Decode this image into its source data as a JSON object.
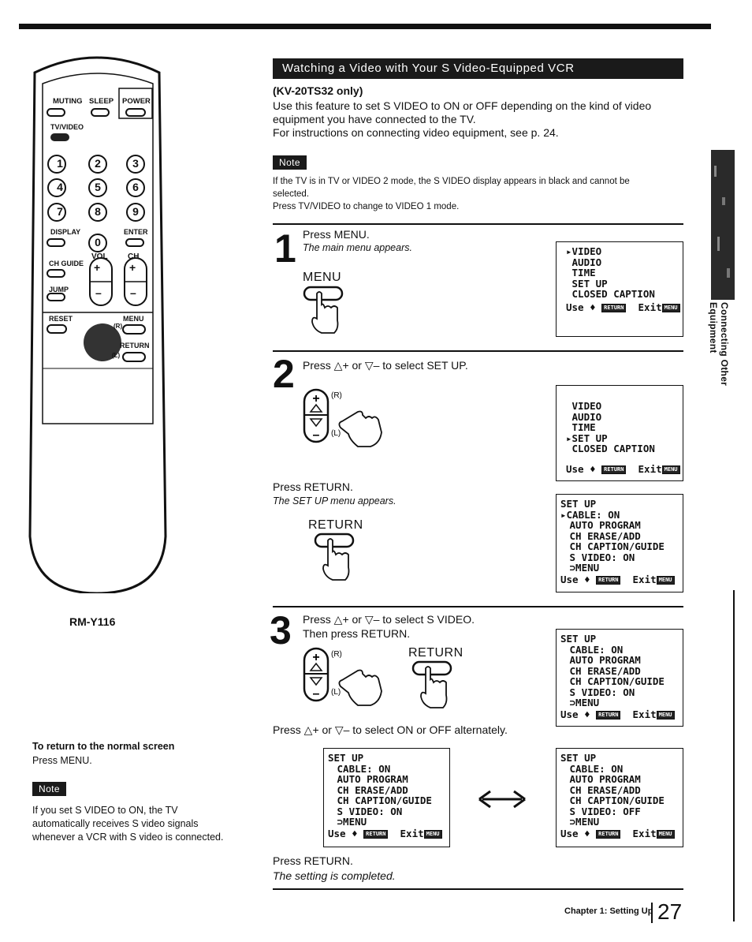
{
  "section_title": "Watching a Video with Your S Video-Equipped VCR",
  "model_note": "(KV-20TS32 only)",
  "intro": [
    "Use this feature to set S VIDEO to ON or OFF depending on the kind of video",
    "equipment you have connected to the TV.",
    "For instructions on connecting video equipment, see p. 24."
  ],
  "note_label": "Note",
  "note_text": [
    "If the TV is in TV or VIDEO 2 mode, the S VIDEO display appears in black and cannot be",
    "selected.",
    "Press TV/VIDEO to change to VIDEO 1 mode."
  ],
  "remote": {
    "model": "RM-Y116",
    "labels": {
      "muting": "MUTING",
      "sleep": "SLEEP",
      "power": "POWER",
      "tv_video": "TV/VIDEO",
      "display": "DISPLAY",
      "enter": "ENTER",
      "ch_guide": "CH GUIDE",
      "vol": "VOL",
      "ch": "CH",
      "jump": "JUMP",
      "reset": "RESET",
      "menu": "MENU",
      "return": "RETURN",
      "r": "(R)",
      "l": "(L)"
    },
    "digits": [
      "1",
      "2",
      "3",
      "4",
      "5",
      "6",
      "7",
      "8",
      "9",
      "0"
    ]
  },
  "left_info": {
    "title": "To return to the normal screen",
    "text": "Press MENU.",
    "note_label": "Note",
    "note_text": [
      "If you set S VIDEO to ON, the TV",
      "automatically receives S video signals",
      "whenever a VCR with S video is connected."
    ]
  },
  "step1": {
    "num": "1",
    "instruction": "Press MENU.",
    "result": "The main menu appears.",
    "button_label": "MENU",
    "screen": {
      "lines": [
        "▸VIDEO",
        " AUDIO",
        " TIME",
        " SET UP",
        " CLOSED CAPTION"
      ],
      "footer_use": "Use ♦",
      "footer_exit": "Exit"
    }
  },
  "step2": {
    "num": "2",
    "instruction": "Press △+ or ▽– to select SET UP.",
    "screen": {
      "lines": [
        " VIDEO",
        " AUDIO",
        " TIME",
        "▸SET UP",
        " CLOSED CAPTION"
      ],
      "footer_use": "Use ♦",
      "footer_exit": "Exit"
    },
    "instruction2": "Press RETURN.",
    "result2": "The SET UP menu appears.",
    "button_label": "RETURN",
    "screen2": {
      "lines": [
        "SET UP",
        "▸CABLE: ON",
        " AUTO PROGRAM",
        " CH ERASE/ADD",
        " CH CAPTION/GUIDE",
        " S VIDEO: ON",
        " ⊃MENU"
      ],
      "footer_use": "Use ♦",
      "footer_exit": "Exit"
    }
  },
  "step3": {
    "num": "3",
    "instruction": "Press △+ or ▽– to select S VIDEO.",
    "instruction_b": "Then press RETURN.",
    "button_label": "RETURN",
    "screen": {
      "lines": [
        "SET UP",
        " CABLE: ON",
        " AUTO PROGRAM",
        " CH ERASE/ADD",
        " CH CAPTION/GUIDE",
        " S VIDEO: ON",
        " ⊃MENU"
      ],
      "footer_use": "Use ♦",
      "footer_exit": "Exit"
    },
    "instruction2": "Press △+ or ▽– to select ON or OFF alternately.",
    "screen_on": {
      "lines": [
        "SET UP",
        " CABLE: ON",
        " AUTO PROGRAM",
        " CH ERASE/ADD",
        " CH CAPTION/GUIDE",
        " S VIDEO: ON",
        " ⊃MENU"
      ],
      "footer_use": "Use ♦",
      "footer_exit": "Exit"
    },
    "screen_off": {
      "lines": [
        "SET UP",
        " CABLE: ON",
        " AUTO PROGRAM",
        " CH ERASE/ADD",
        " CH CAPTION/GUIDE",
        " S VIDEO: OFF",
        " ⊃MENU"
      ],
      "footer_use": "Use ♦",
      "footer_exit": "Exit"
    },
    "instruction3": "Press RETURN.",
    "result3": "The setting is completed."
  },
  "side_tab": "Connecting Other Equipment",
  "footer": {
    "chapter": "Chapter 1: Setting Up",
    "page": "27"
  },
  "button_tags": {
    "return_tag": "RETURN",
    "menu_tag": "MENU"
  }
}
